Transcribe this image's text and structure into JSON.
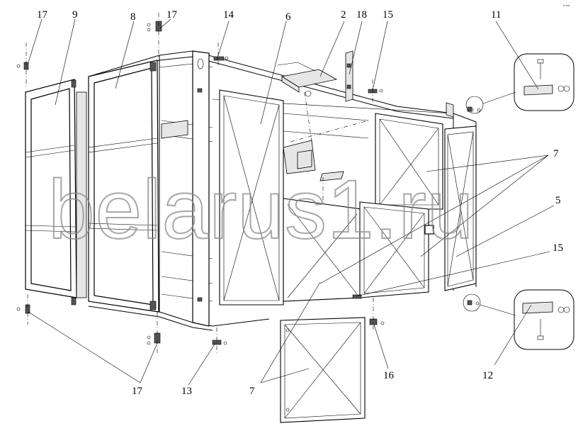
{
  "diagram": {
    "watermark": "belarus1.ru",
    "corner_mark": "▪▪ ▪▪▪▪",
    "callouts": [
      {
        "id": "c17a",
        "label": "17"
      },
      {
        "id": "c9",
        "label": "9"
      },
      {
        "id": "c8",
        "label": "8"
      },
      {
        "id": "c17b",
        "label": "17"
      },
      {
        "id": "c14",
        "label": "14"
      },
      {
        "id": "c6",
        "label": "6"
      },
      {
        "id": "c2",
        "label": "2"
      },
      {
        "id": "c18",
        "label": "18"
      },
      {
        "id": "c15a",
        "label": "15"
      },
      {
        "id": "c11",
        "label": "11"
      },
      {
        "id": "c7a",
        "label": "7"
      },
      {
        "id": "c5",
        "label": "5"
      },
      {
        "id": "c15b",
        "label": "15"
      },
      {
        "id": "c12",
        "label": "12"
      },
      {
        "id": "c16",
        "label": "16"
      },
      {
        "id": "c7b",
        "label": "7"
      },
      {
        "id": "c13",
        "label": "13"
      },
      {
        "id": "c17c",
        "label": "17"
      }
    ]
  }
}
